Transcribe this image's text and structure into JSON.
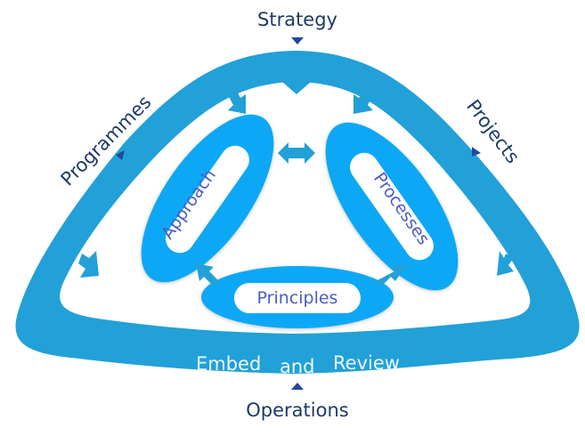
{
  "diagram": {
    "outer_labels": {
      "top": "Strategy",
      "left": "Programmes",
      "right": "Projects",
      "bottom": "Operations"
    },
    "band_label": {
      "word1": "Embed",
      "word2": "and",
      "word3": "Review"
    },
    "inner_nodes": {
      "left": "Approach",
      "right": "Processes",
      "bottom": "Principles"
    },
    "colors": {
      "outer_ring": "#22a0d8",
      "inner_ellipse": "#0aa8f5",
      "marker": "#1f4a9a",
      "outer_text": "#1f3a66",
      "inner_text": "#4a5cc4"
    }
  }
}
